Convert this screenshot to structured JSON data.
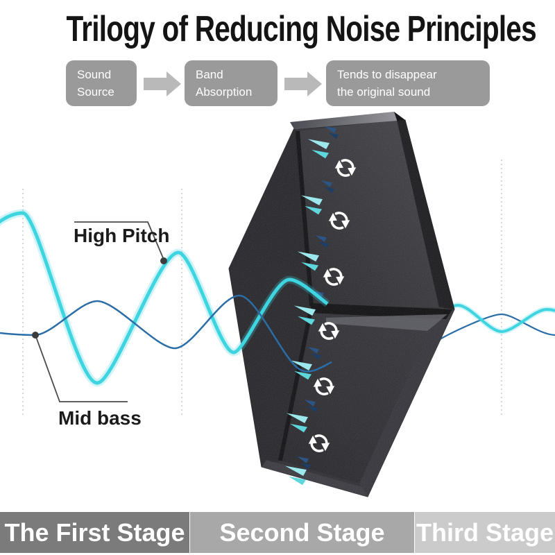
{
  "title": "Trilogy of Reducing Noise Principles",
  "flow": {
    "boxes": [
      {
        "line1": "Sound",
        "line2": "Source"
      },
      {
        "line1": "Band",
        "line2": "Absorption"
      },
      {
        "line1": "Tends to disappear",
        "line2": "the original sound"
      }
    ],
    "arrow_icon": "right-block-arrow-icon"
  },
  "diagram": {
    "labels": {
      "high_pitch": "High Pitch",
      "mid_bass": "Mid bass"
    },
    "waves": [
      {
        "name": "High Pitch",
        "color": "#3fd5e0",
        "side": "enters left, absorbed in panel, exits right smaller"
      },
      {
        "name": "Mid bass",
        "color": "#2b6da7",
        "side": "enters left, absorbed in panel, exits right smaller"
      }
    ],
    "icons": [
      {
        "name": "rotate-swirl-icon",
        "color": "#ffffff",
        "meaning": "sound circulating inside foam"
      },
      {
        "name": "absorb-arrow-icon",
        "color": "#8ee4e8",
        "meaning": "sound entering foam panel"
      },
      {
        "name": "reflect-arrow-icon",
        "color": "#2b5586",
        "meaning": "damped sound fragments"
      }
    ],
    "panel": {
      "description": "black acoustic foam hexagon panel",
      "base_color": "#2a2a2e"
    }
  },
  "stages": [
    {
      "label": "The First Stage",
      "color": "#7b7b7b"
    },
    {
      "label": "Second Stage",
      "color": "#a8a8a8"
    },
    {
      "label": "Third Stage",
      "color": "#cbcbcb"
    }
  ],
  "colors": {
    "accent_cyan": "#3fd5e0",
    "wave_blue": "#2b6da7",
    "box_gray": "#9a9a9a",
    "arrow_gray": "#b9b9b9",
    "title_color": "#141414",
    "callout_line": "#4a4a4a"
  }
}
